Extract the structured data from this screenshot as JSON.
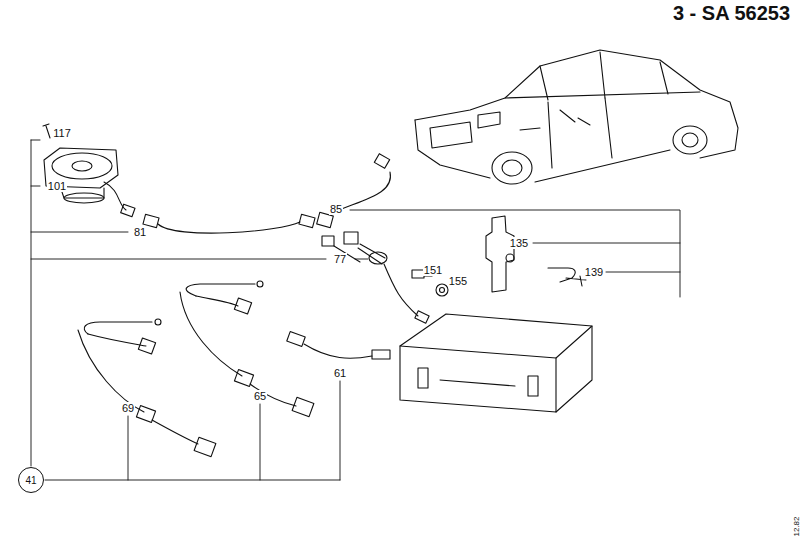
{
  "diagram": {
    "title": "3 - SA 56253",
    "nodes": [
      {
        "text": [
          "41"
        ]
      }
    ],
    "labels": [
      "117",
      "101",
      "81",
      "85",
      "77",
      "135",
      "139",
      "151",
      "155",
      "61",
      "69",
      "65",
      "12.82"
    ]
  }
}
